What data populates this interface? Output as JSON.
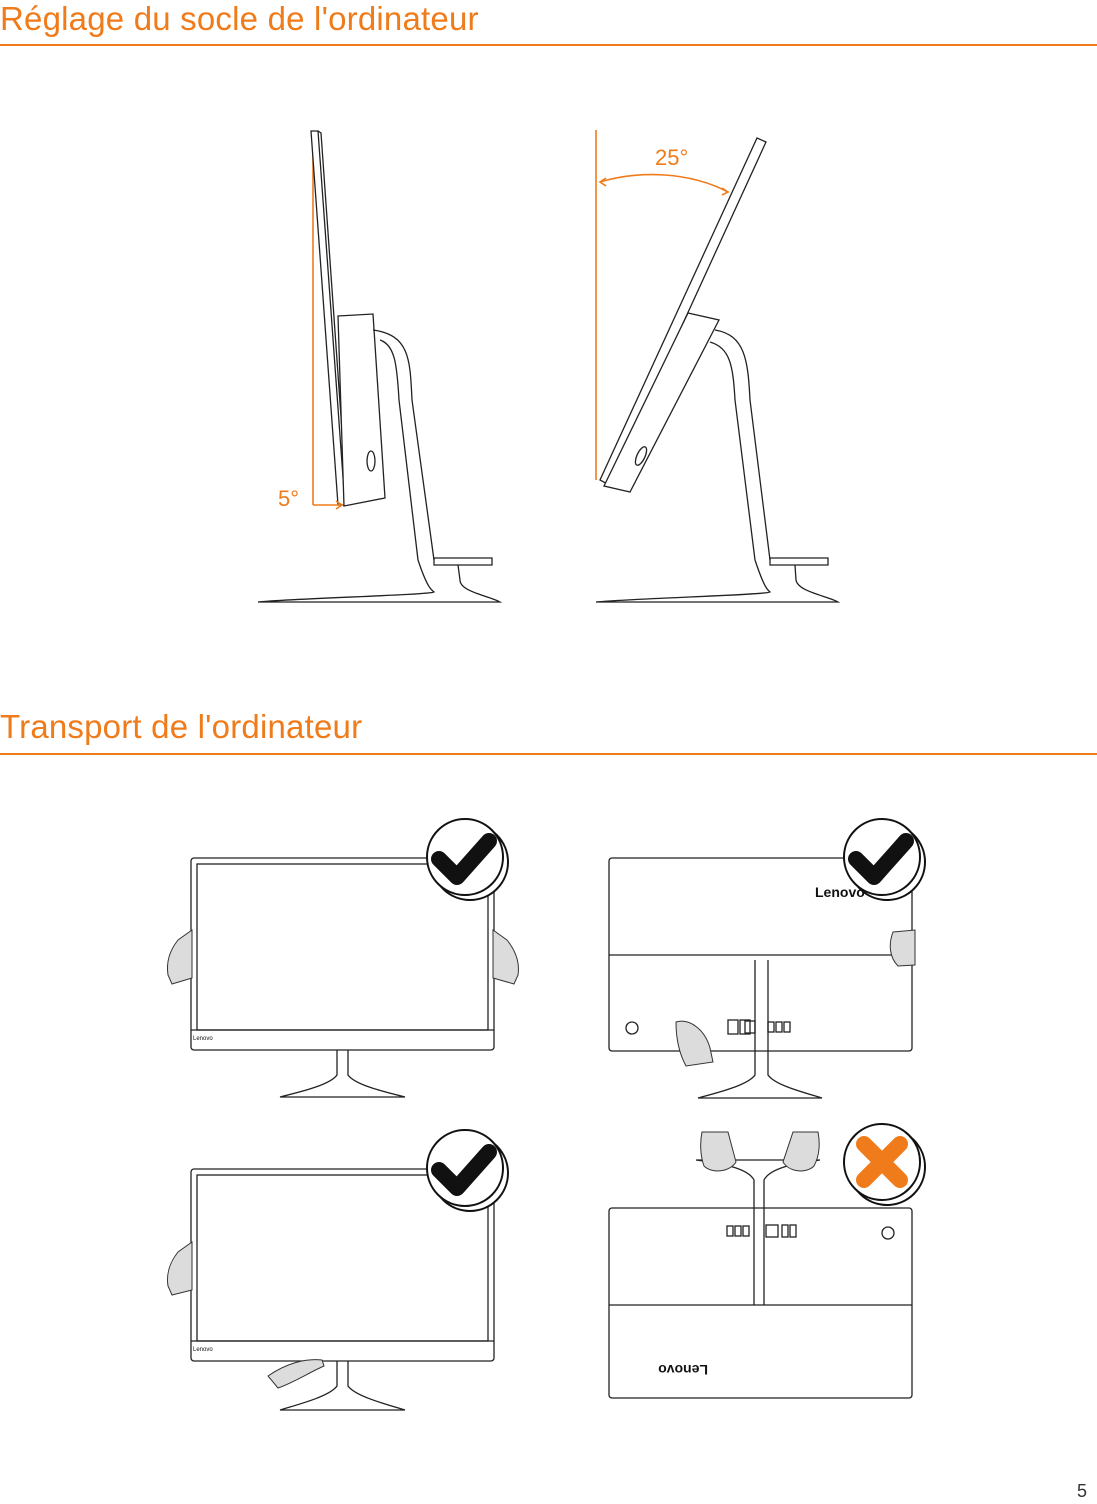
{
  "section_adjust": {
    "title": "Réglage du socle de l'ordinateur"
  },
  "section_transport": {
    "title": "Transport de l'ordinateur"
  },
  "angles": {
    "min_label": "5°",
    "max_label": "25°"
  },
  "brand": {
    "name": "Lenovo"
  },
  "marks": {
    "correct": "check-icon",
    "incorrect": "cross-icon"
  },
  "colors": {
    "accent": "#f07b1a",
    "check": "#1a1a1a",
    "cross": "#f07b1a",
    "hand": "#dcdcdc"
  },
  "page": {
    "number": "5"
  }
}
